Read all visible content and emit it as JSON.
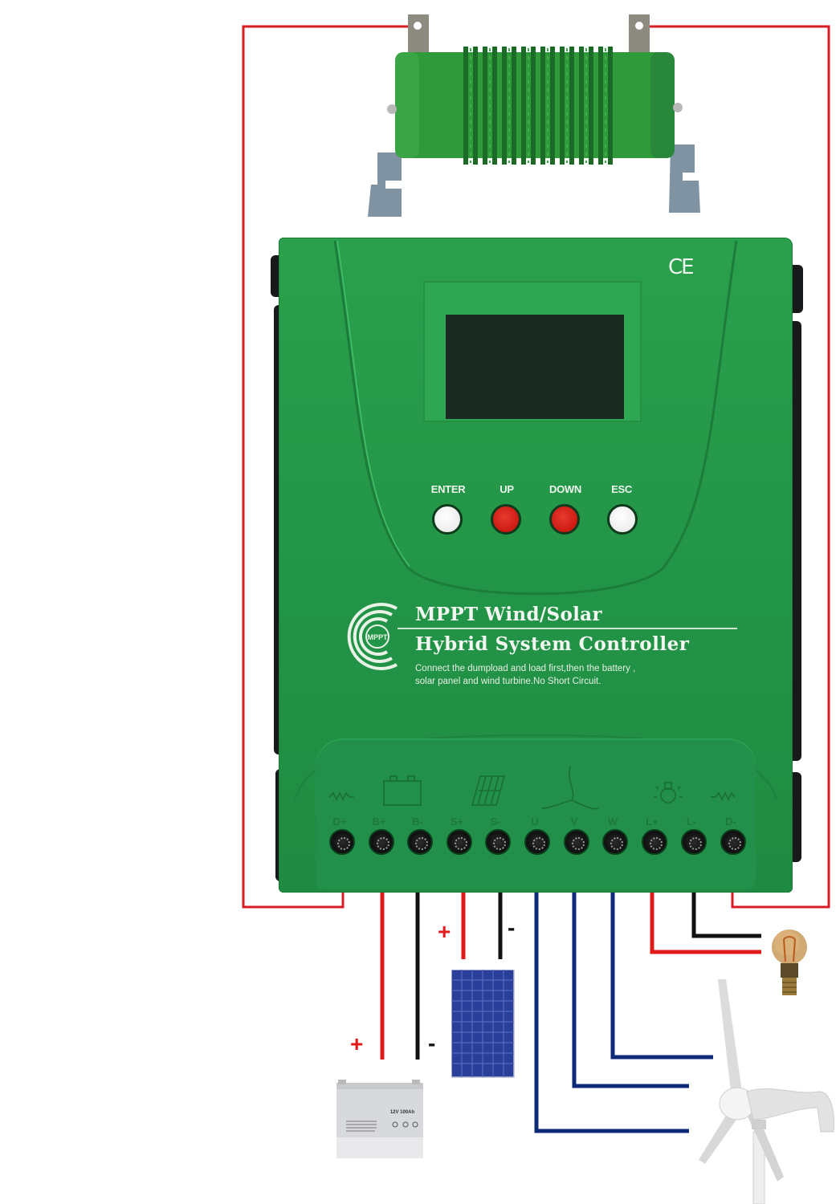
{
  "diagram": {
    "title": "MPPT Wind/Solar Hybrid System Controller wiring diagram",
    "controller": {
      "brand_logo_text": "MPPT",
      "title_line1": "MPPT Wind/Solar",
      "title_line2": "Hybrid System Controller",
      "note_line1": "Connect the dumpload and load first,then the battery ,",
      "note_line2": "solar panel and wind turbine.No Short Circuit.",
      "certification_mark": "CE",
      "buttons": [
        {
          "label": "ENTER",
          "color": "white"
        },
        {
          "label": "UP",
          "color": "red"
        },
        {
          "label": "DOWN",
          "color": "red"
        },
        {
          "label": "ESC",
          "color": "white"
        }
      ],
      "terminal_icons": [
        "dump-load-resistor",
        "battery",
        "solar-panel",
        "wind-turbine",
        "light-bulb",
        "dump-load-resistor"
      ],
      "terminals": [
        {
          "label": "D+",
          "wire": "red",
          "connects_to": "dump-load"
        },
        {
          "label": "B+",
          "wire": "red",
          "connects_to": "battery"
        },
        {
          "label": "B-",
          "wire": "black",
          "connects_to": "battery"
        },
        {
          "label": "S+",
          "wire": "red",
          "connects_to": "solar-panel"
        },
        {
          "label": "S-",
          "wire": "black",
          "connects_to": "solar-panel"
        },
        {
          "label": "U",
          "wire": "blue",
          "connects_to": "wind-turbine"
        },
        {
          "label": "V",
          "wire": "blue",
          "connects_to": "wind-turbine"
        },
        {
          "label": "W",
          "wire": "blue",
          "connects_to": "wind-turbine"
        },
        {
          "label": "L+",
          "wire": "red",
          "connects_to": "load-bulb"
        },
        {
          "label": "L-",
          "wire": "black",
          "connects_to": "load-bulb"
        },
        {
          "label": "D-",
          "wire": "red",
          "connects_to": "dump-load"
        }
      ]
    },
    "components": {
      "dump_load": "Wire-wound dump load resistor",
      "battery_label": "12V 100Ah",
      "solar_panel": "Solar panel",
      "wind_turbine": "3-blade wind turbine",
      "load": "LED filament bulb"
    },
    "polarity_marks": {
      "battery_plus": "+",
      "battery_minus": "-",
      "solar_plus": "+",
      "solar_minus": "-"
    },
    "colors": {
      "controller_green": "#229447",
      "wire_red": "#e01a1a",
      "wire_black": "#111111",
      "wire_blue": "#0d2a78",
      "lcd": "#1c2a24"
    }
  }
}
